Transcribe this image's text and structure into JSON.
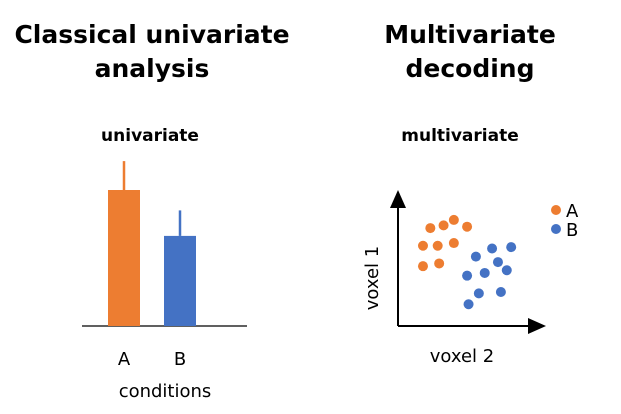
{
  "left_panel": {
    "heading_line1": "Classical univariate",
    "heading_line2": "analysis",
    "subtitle": "univariate",
    "xlabel": "conditions"
  },
  "right_panel": {
    "heading_line1": "Multivariate",
    "heading_line2": "decoding",
    "subtitle": "multivariate",
    "xlabel": "voxel 2",
    "ylabel": "voxel 1"
  },
  "colors": {
    "A": "#ED7D31",
    "B": "#4472C4"
  },
  "chart_data": [
    {
      "type": "bar",
      "categories": [
        "A",
        "B"
      ],
      "values": [
        0.8,
        0.53
      ],
      "errors": [
        0.17,
        0.15
      ],
      "xlabel": "conditions",
      "ylabel": "",
      "ylim": [
        0,
        1
      ]
    },
    {
      "type": "scatter",
      "xlabel": "voxel 2",
      "ylabel": "voxel 1",
      "xlim": [
        0,
        1
      ],
      "ylim": [
        0,
        1
      ],
      "legend": "top-right",
      "series": [
        {
          "name": "A",
          "points": [
            [
              0.22,
              0.72
            ],
            [
              0.31,
              0.74
            ],
            [
              0.38,
              0.78
            ],
            [
              0.47,
              0.73
            ],
            [
              0.17,
              0.59
            ],
            [
              0.27,
              0.59
            ],
            [
              0.38,
              0.61
            ],
            [
              0.17,
              0.44
            ],
            [
              0.28,
              0.46
            ]
          ]
        },
        {
          "name": "B",
          "points": [
            [
              0.64,
              0.57
            ],
            [
              0.77,
              0.58
            ],
            [
              0.53,
              0.51
            ],
            [
              0.68,
              0.47
            ],
            [
              0.47,
              0.37
            ],
            [
              0.59,
              0.39
            ],
            [
              0.74,
              0.41
            ],
            [
              0.55,
              0.24
            ],
            [
              0.7,
              0.25
            ],
            [
              0.48,
              0.16
            ]
          ]
        }
      ]
    }
  ]
}
